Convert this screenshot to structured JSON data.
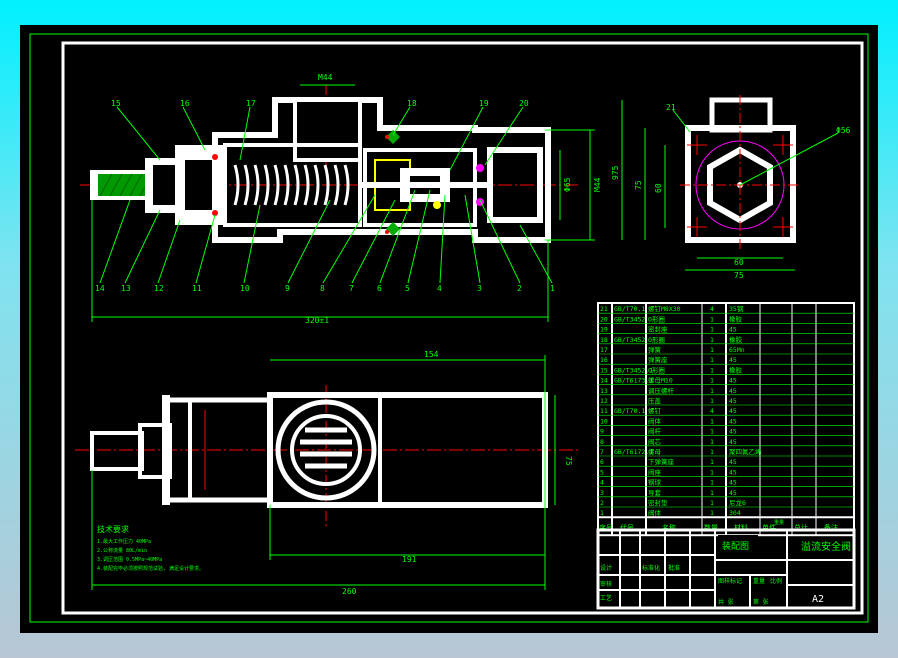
{
  "colors": {
    "background": "#000000",
    "frame": "#ffffff",
    "outer_frame": "#00ff00",
    "dim": "#00ff00",
    "center": "#ff0000",
    "spring": "#ffffff",
    "accent_magenta": "#ff00ff",
    "accent_yellow": "#ffff00",
    "table_text": "#00ff00",
    "table_fill": "#00ff00"
  },
  "top_view": {
    "dim_top": "M44",
    "dim_right": "M44",
    "dim_port": "Φ65",
    "dim_total": "320±1",
    "leaders_top": [
      "15",
      "16",
      "17",
      "18",
      "19",
      "20"
    ],
    "leaders_bottom": [
      "14",
      "13",
      "12",
      "11",
      "10",
      "9",
      "8",
      "7",
      "6",
      "5",
      "4",
      "3",
      "2",
      "1"
    ]
  },
  "end_view": {
    "leader": "21",
    "dim_dia": "Φ56",
    "dim_h_total": "975",
    "dim_h1": "75",
    "dim_h2": "60",
    "dim_w1": "60",
    "dim_w2": "75"
  },
  "bottom_view": {
    "dim_top": "154",
    "dim_side": "75",
    "dim_mid": "191",
    "dim_total": "260"
  },
  "notes": {
    "title": "技术要求",
    "lines": [
      "1.最大工作压力 40MPa",
      "2.公称流量 80L/min",
      "3.调压范围 0.5MPa~40MPa",
      "4.装配完毕必须按照规范试验, 满足设计要求。"
    ]
  },
  "bom": {
    "rows": [
      {
        "no": "21",
        "std": "GB/T70.1",
        "name": "螺钉M8X30",
        "qty": "4",
        "mat": "35钢"
      },
      {
        "no": "20",
        "std": "GB/T3452",
        "name": "O形圈",
        "qty": "1",
        "mat": "橡胶"
      },
      {
        "no": "19",
        "std": "",
        "name": "密封座",
        "qty": "1",
        "mat": "45"
      },
      {
        "no": "18",
        "std": "GB/T3452",
        "name": "O形圈",
        "qty": "1",
        "mat": "橡胶"
      },
      {
        "no": "17",
        "std": "",
        "name": "弹簧",
        "qty": "1",
        "mat": "65Mn"
      },
      {
        "no": "16",
        "std": "",
        "name": "弹簧座",
        "qty": "1",
        "mat": "45"
      },
      {
        "no": "15",
        "std": "GB/T3452.1",
        "name": "O形圈",
        "qty": "1",
        "mat": "橡胶"
      },
      {
        "no": "14",
        "std": "GB/T6173.1",
        "name": "螺母M10",
        "qty": "1",
        "mat": "45"
      },
      {
        "no": "13",
        "std": "",
        "name": "调压螺杆",
        "qty": "1",
        "mat": "45"
      },
      {
        "no": "12",
        "std": "",
        "name": "压盖",
        "qty": "1",
        "mat": "45"
      },
      {
        "no": "11",
        "std": "GB/T70.1",
        "name": "螺钉",
        "qty": "4",
        "mat": "45"
      },
      {
        "no": "10",
        "std": "",
        "name": "阀体",
        "qty": "1",
        "mat": "45"
      },
      {
        "no": "9",
        "std": "",
        "name": "阀杆",
        "qty": "1",
        "mat": "45"
      },
      {
        "no": "8",
        "std": "",
        "name": "阀芯",
        "qty": "1",
        "mat": "45"
      },
      {
        "no": "7",
        "std": "GB/T6172.1",
        "name": "螺母",
        "qty": "1",
        "mat": "聚四氟乙烯"
      },
      {
        "no": "6",
        "std": "",
        "name": "下弹簧座",
        "qty": "1",
        "mat": "45"
      },
      {
        "no": "5",
        "std": "",
        "name": "阀座",
        "qty": "1",
        "mat": "45"
      },
      {
        "no": "4",
        "std": "",
        "name": "钢球",
        "qty": "1",
        "mat": "45"
      },
      {
        "no": "3",
        "std": "",
        "name": "导套",
        "qty": "1",
        "mat": "45"
      },
      {
        "no": "2",
        "std": "",
        "name": "密封垫",
        "qty": "1",
        "mat": "尼龙6"
      },
      {
        "no": "1",
        "std": "",
        "name": "阀体",
        "qty": "1",
        "mat": "304"
      }
    ],
    "header": [
      "序号",
      "代号",
      "名称",
      "数量",
      "材料",
      "单件",
      "总计",
      "备注"
    ],
    "header_sub": [
      "重量"
    ]
  },
  "title_block": {
    "drawing_name": "装配图",
    "product_name": "溢流安全阀",
    "sheet_size": "A2",
    "cells": [
      "设计",
      "审核",
      "工艺",
      "批准",
      "标准化",
      "图样标记",
      "重量",
      "比例",
      "共 张",
      "第 张"
    ]
  }
}
